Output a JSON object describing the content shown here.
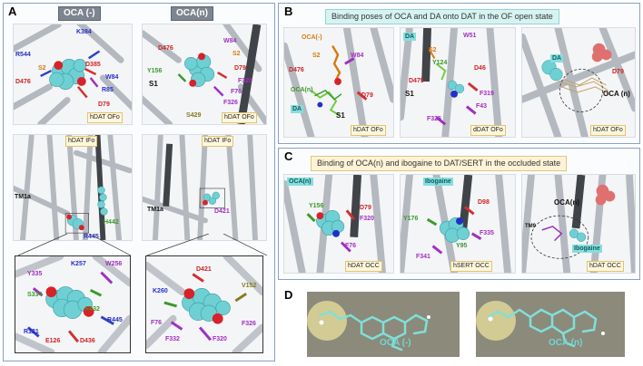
{
  "panels": {
    "A": {
      "letter": "A",
      "headers": {
        "left": "OCA (-)",
        "right": "OCA(n)"
      },
      "states": {
        "of_left": "hDAT OFo",
        "of_right": "hDAT OFo",
        "if_left": "hDAT IFo",
        "if_right": "hDAT IFo"
      },
      "labels": {
        "a1": [
          "K384",
          "R544",
          "S2",
          "D385",
          "D476",
          "D79",
          "R85",
          "W84"
        ],
        "a2": [
          "D476",
          "W84",
          "S2",
          "Y156",
          "S1",
          "D79",
          "F320",
          "F76",
          "F326",
          "S429"
        ],
        "a3": [
          "TM1a",
          "H442",
          "R445"
        ],
        "a4": [
          "TM1a",
          "D421"
        ],
        "a5": [
          "Y335",
          "K257",
          "W256",
          "S334",
          "F432",
          "R445",
          "R121",
          "E126",
          "D436"
        ],
        "a6": [
          "D421",
          "K260",
          "V152",
          "F76",
          "F332",
          "F320",
          "F326"
        ]
      }
    },
    "B": {
      "letter": "B",
      "caption": "Binding  poses of OCA and DA onto DAT in the OF open state",
      "states": {
        "b1": "hDAT OFo",
        "b2": "dDAT OFo",
        "b3": "hDAT OFo"
      },
      "labels": {
        "b1": [
          "OCA(-)",
          "S2",
          "D476",
          "W84",
          "OCA(n)",
          "DA",
          "D79",
          "S1"
        ],
        "b2": [
          "DA",
          "W51",
          "S2",
          "Y124",
          "D46",
          "D475",
          "S1",
          "F319",
          "F325",
          "F43"
        ],
        "b3": [
          "DA",
          "D79",
          "OCA (n)"
        ]
      }
    },
    "C": {
      "letter": "C",
      "caption": "Binding  of OCA(n) and ibogaine to DAT/SERT in the occluded state",
      "states": {
        "c1": "hDAT OCC",
        "c2": "hSERT OCC",
        "c3": "hDAT OCC"
      },
      "labels": {
        "c1": [
          "OCA(n)",
          "Y156",
          "D79",
          "F320",
          "F76"
        ],
        "c2": [
          "Ibogaine",
          "D98",
          "Y176",
          "F335",
          "Y95",
          "F341"
        ],
        "c3": [
          "OCA(n)",
          "TM9",
          "Ibogaine"
        ]
      }
    },
    "D": {
      "letter": "D",
      "molecules": [
        "OCA (-)",
        "OCA (n)"
      ]
    }
  }
}
